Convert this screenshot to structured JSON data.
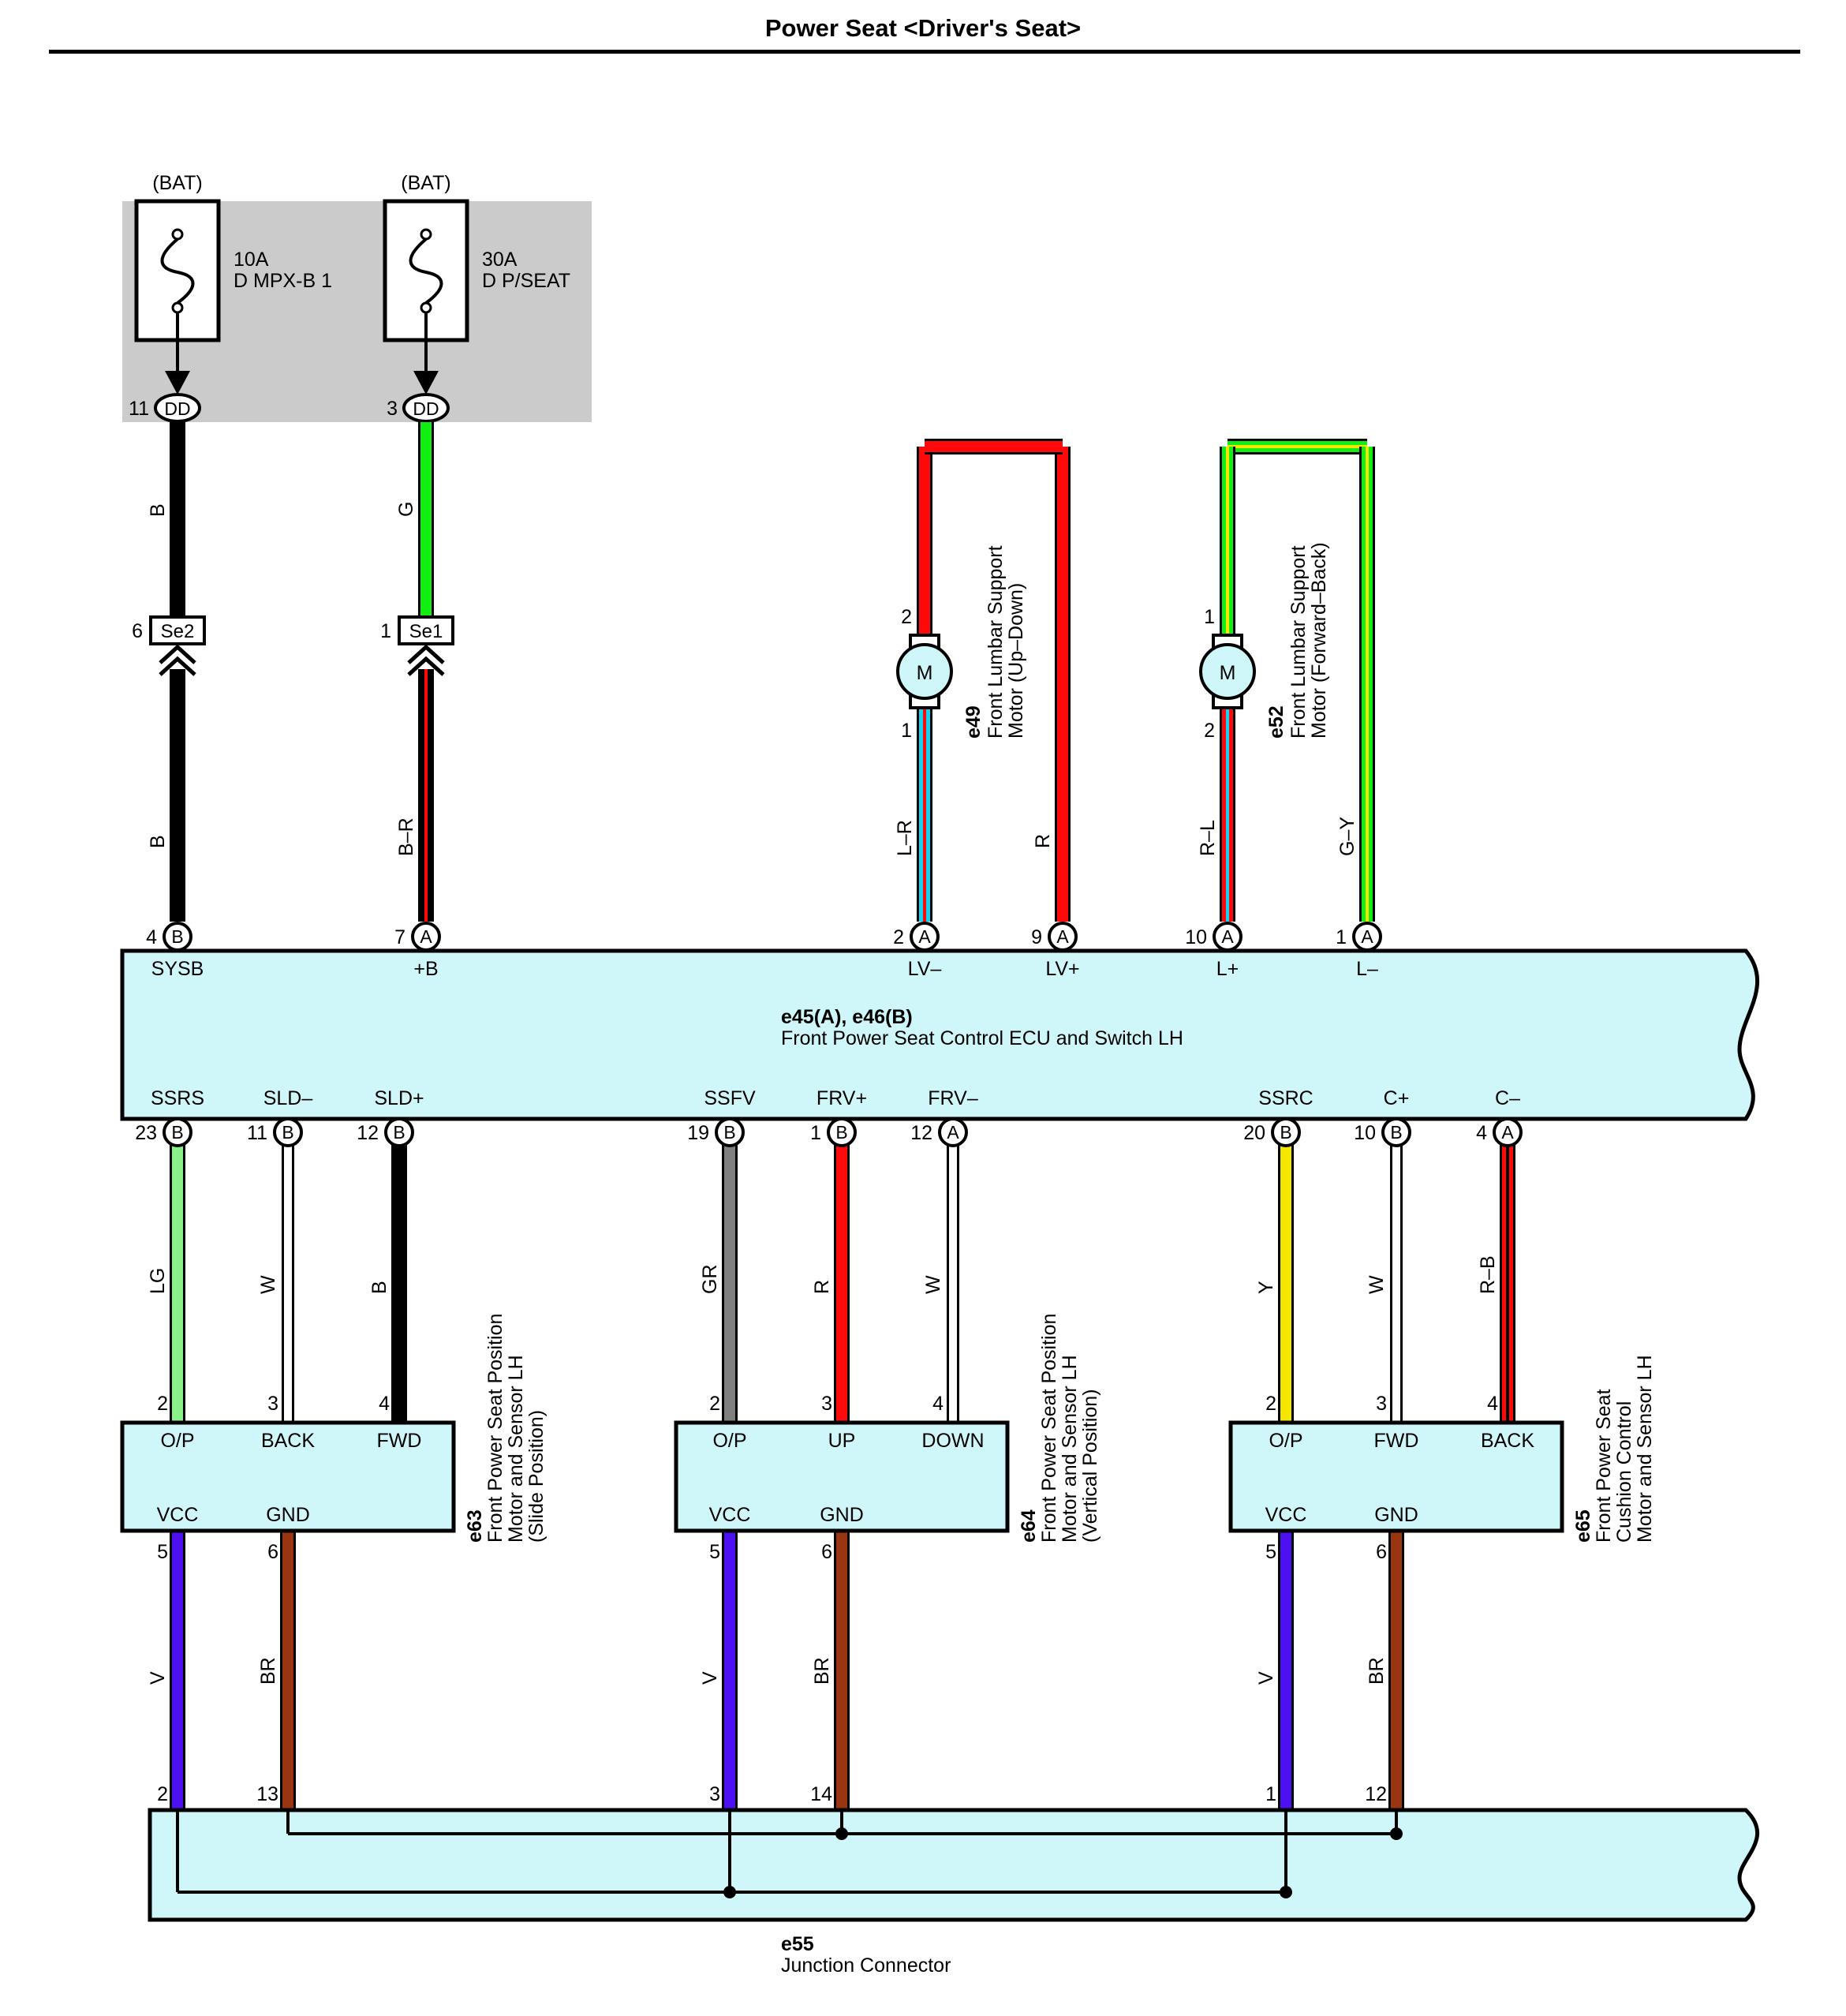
{
  "title": "Power Seat <Driver's Seat>",
  "colors": {
    "B": "#000000",
    "G": "#11ee11",
    "R": "#ff0a0a",
    "L": "#14d4f2",
    "Y": "#f5e600",
    "LG": "#8af08a",
    "W": "#ffffff",
    "GR": "#808080",
    "V": "#4d10f0",
    "BR": "#9a3512",
    "fill_ecu": "#cff7fa",
    "fill_fuse": "#cbcbcb"
  },
  "fuses": [
    {
      "supply": "(BAT)",
      "amp": "10A",
      "name": "D MPX-B 1",
      "pin": "11",
      "connector": "DD",
      "wire": "B",
      "stripe": ""
    },
    {
      "supply": "(BAT)",
      "amp": "30A",
      "name": "D P/SEAT",
      "pin": "3",
      "connector": "DD",
      "wire": "G",
      "stripe": ""
    }
  ],
  "inline_connectors": [
    {
      "pin": "6",
      "name": "Se2",
      "wire": "B",
      "stripe": ""
    },
    {
      "pin": "1",
      "name": "Se1",
      "wire": "B",
      "stripe": "R",
      "wire_label": "B–R"
    }
  ],
  "motors": [
    {
      "code": "e49",
      "line1": "Front Lumbar Support",
      "line2": "Motor (Up–Down)",
      "symbol": "M",
      "pin_top": "2",
      "pin_bottom": "1",
      "left_wire": "L–R",
      "right_wire": "R"
    },
    {
      "code": "e52",
      "line1": "Front Lumbar Support",
      "line2": "Motor (Forward–Back)",
      "symbol": "M",
      "pin_top": "1",
      "pin_bottom": "2",
      "left_wire": "R–L",
      "right_wire": "G–Y"
    }
  ],
  "ecu": {
    "title_code": "e45(A), e46(B)",
    "name": "Front Power Seat Control ECU and Switch LH",
    "top_pins": [
      {
        "num": "4",
        "conn": "B",
        "label": "SYSB",
        "wire": "B"
      },
      {
        "num": "7",
        "conn": "A",
        "label": "+B",
        "wire": "B–R"
      },
      {
        "num": "2",
        "conn": "A",
        "label": "LV–",
        "wire": "L–R"
      },
      {
        "num": "9",
        "conn": "A",
        "label": "LV+",
        "wire": "R"
      },
      {
        "num": "10",
        "conn": "A",
        "label": "L+",
        "wire": "R–L"
      },
      {
        "num": "1",
        "conn": "A",
        "label": "L–",
        "wire": "G–Y"
      }
    ],
    "bottom_pins": [
      {
        "num": "23",
        "conn": "B",
        "label": "SSRS",
        "wire": "LG"
      },
      {
        "num": "11",
        "conn": "B",
        "label": "SLD–",
        "wire": "W"
      },
      {
        "num": "12",
        "conn": "B",
        "label": "SLD+",
        "wire": "B"
      },
      {
        "num": "19",
        "conn": "B",
        "label": "SSFV",
        "wire": "GR"
      },
      {
        "num": "1",
        "conn": "B",
        "label": "FRV+",
        "wire": "R"
      },
      {
        "num": "12",
        "conn": "A",
        "label": "FRV–",
        "wire": "W"
      },
      {
        "num": "20",
        "conn": "B",
        "label": "SSRC",
        "wire": "Y"
      },
      {
        "num": "10",
        "conn": "B",
        "label": "C+",
        "wire": "W"
      },
      {
        "num": "4",
        "conn": "A",
        "label": "C–",
        "wire": "R–B"
      }
    ]
  },
  "sensors": [
    {
      "code": "e63",
      "line1": "Front Power Seat Position",
      "line2": "Motor and Sensor LH",
      "line3": "(Slide Position)",
      "top_pins": [
        {
          "num": "2",
          "label": "O/P"
        },
        {
          "num": "3",
          "label": "BACK"
        },
        {
          "num": "4",
          "label": "FWD"
        }
      ],
      "bottom_pins": [
        {
          "num": "5",
          "label": "VCC",
          "wire": "V"
        },
        {
          "num": "6",
          "label": "GND",
          "wire": "BR"
        }
      ]
    },
    {
      "code": "e64",
      "line1": "Front Power Seat Position",
      "line2": "Motor and Sensor LH",
      "line3": "(Vertical Position)",
      "top_pins": [
        {
          "num": "2",
          "label": "O/P"
        },
        {
          "num": "3",
          "label": "UP"
        },
        {
          "num": "4",
          "label": "DOWN"
        }
      ],
      "bottom_pins": [
        {
          "num": "5",
          "label": "VCC",
          "wire": "V"
        },
        {
          "num": "6",
          "label": "GND",
          "wire": "BR"
        }
      ]
    },
    {
      "code": "e65",
      "line1": "Front Power Seat",
      "line2": "Cushion Control",
      "line3": "Motor and Sensor LH",
      "top_pins": [
        {
          "num": "2",
          "label": "O/P"
        },
        {
          "num": "3",
          "label": "FWD"
        },
        {
          "num": "4",
          "label": "BACK"
        }
      ],
      "bottom_pins": [
        {
          "num": "5",
          "label": "VCC",
          "wire": "V"
        },
        {
          "num": "6",
          "label": "GND",
          "wire": "BR"
        }
      ]
    }
  ],
  "junction": {
    "code": "e55",
    "name": "Junction Connector",
    "pins": [
      "2",
      "13",
      "3",
      "14",
      "1",
      "12"
    ]
  },
  "wire_labels_upper": [
    "B",
    "G",
    "B"
  ]
}
